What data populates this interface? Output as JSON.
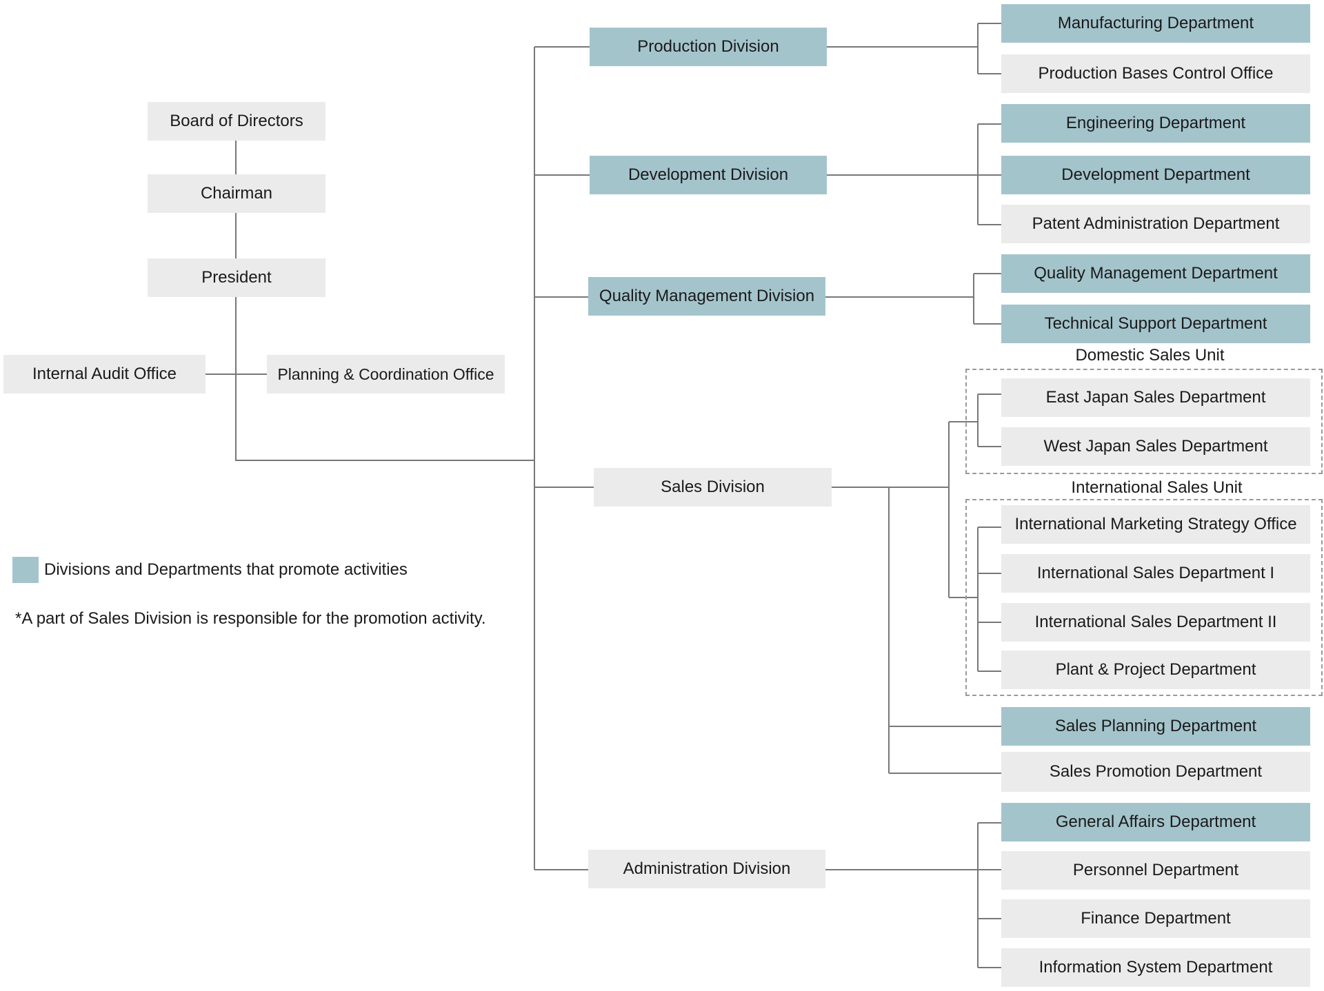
{
  "colors": {
    "highlight": "#a4c4cc",
    "normal": "#ebebeb",
    "line": "#777777"
  },
  "top_chain": [
    "Board of Directors",
    "Chairman",
    "President"
  ],
  "internal_audit": "Internal Audit Office",
  "planning_office": "Planning & Coordination Office",
  "divisions": [
    {
      "id": "production",
      "label": "Production Division",
      "highlight": true,
      "departments": [
        {
          "label": "Manufacturing Department",
          "highlight": true
        },
        {
          "label": "Production Bases Control Office",
          "highlight": false
        }
      ]
    },
    {
      "id": "development",
      "label": "Development Division",
      "highlight": true,
      "departments": [
        {
          "label": "Engineering Department",
          "highlight": true
        },
        {
          "label": "Development Department",
          "highlight": true
        },
        {
          "label": "Patent Administration Department",
          "highlight": false
        }
      ]
    },
    {
      "id": "quality",
      "label": "Quality Management Division",
      "highlight": true,
      "departments": [
        {
          "label": "Quality Management Department",
          "highlight": true
        },
        {
          "label": "Technical Support Department",
          "highlight": true
        }
      ]
    },
    {
      "id": "sales",
      "label": "Sales Division",
      "highlight": false,
      "units": [
        {
          "label": "Domestic Sales Unit",
          "departments": [
            {
              "label": "East Japan Sales Department",
              "highlight": false
            },
            {
              "label": "West Japan Sales Department",
              "highlight": false
            }
          ]
        },
        {
          "label": "International Sales Unit",
          "departments": [
            {
              "label": "International Marketing Strategy Office",
              "highlight": false
            },
            {
              "label": "International Sales Department I",
              "highlight": false
            },
            {
              "label": "International Sales Department II",
              "highlight": false
            },
            {
              "label": "Plant & Project Department",
              "highlight": false
            }
          ]
        }
      ],
      "departments": [
        {
          "label": "Sales Planning Department",
          "highlight": true
        },
        {
          "label": "Sales Promotion Department",
          "highlight": false
        }
      ]
    },
    {
      "id": "administration",
      "label": "Administration Division",
      "highlight": false,
      "departments": [
        {
          "label": "General Affairs Department",
          "highlight": true
        },
        {
          "label": "Personnel Department",
          "highlight": false
        },
        {
          "label": "Finance Department",
          "highlight": false
        },
        {
          "label": "Information System Department",
          "highlight": false
        }
      ]
    }
  ],
  "legend": {
    "label": "Divisions and Departments that promote activities"
  },
  "note": "*A part of Sales Division is responsible for the promotion activity."
}
